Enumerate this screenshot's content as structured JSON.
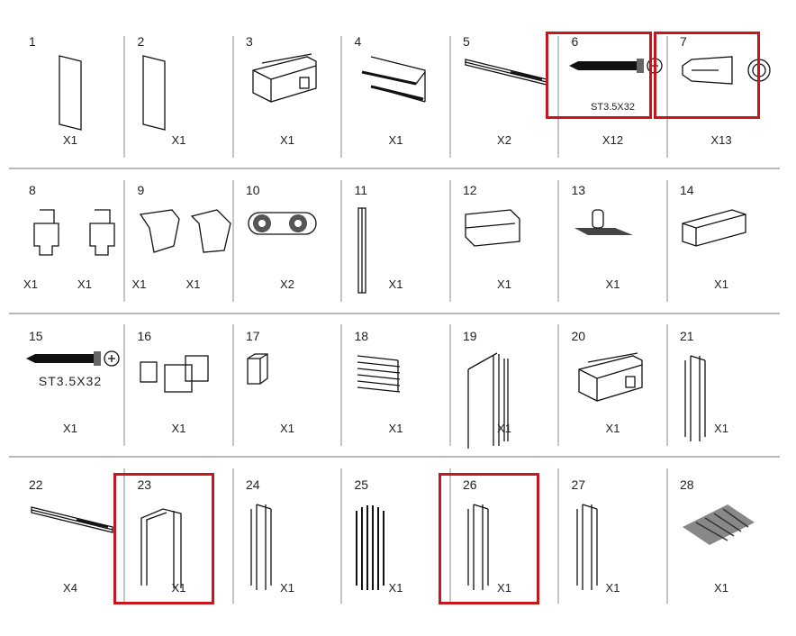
{
  "highlight_color": "#c8161d",
  "parts": [
    {
      "num": "1",
      "qty": [
        "X1"
      ],
      "icon": "panel-icon"
    },
    {
      "num": "2",
      "qty": [
        "X1"
      ],
      "icon": "panel-icon"
    },
    {
      "num": "3",
      "qty": [
        "X1"
      ],
      "icon": "rail-profile-icon"
    },
    {
      "num": "4",
      "qty": [
        "X1"
      ],
      "icon": "channel-profile-icon"
    },
    {
      "num": "5",
      "qty": [
        "X2"
      ],
      "icon": "bar-icon"
    },
    {
      "num": "6",
      "qty": [
        "X12"
      ],
      "spec": "ST3.5X32",
      "icon": "screw-icon",
      "highlighted": true
    },
    {
      "num": "7",
      "qty": [
        "X13"
      ],
      "icon": "wall-plug-icon",
      "highlighted": true
    },
    {
      "num": "8",
      "qty": [
        "X1",
        "X1"
      ],
      "icon": "bracket-pair-icon"
    },
    {
      "num": "9",
      "qty": [
        "X1",
        "X1"
      ],
      "icon": "clip-pair-icon"
    },
    {
      "num": "10",
      "qty": [
        "X2"
      ],
      "icon": "roller-icon"
    },
    {
      "num": "11",
      "qty": [
        "X1"
      ],
      "icon": "vertical-strip-icon"
    },
    {
      "num": "12",
      "qty": [
        "X1"
      ],
      "icon": "short-profile-icon"
    },
    {
      "num": "13",
      "qty": [
        "X1"
      ],
      "icon": "stopper-icon"
    },
    {
      "num": "14",
      "qty": [
        "X1"
      ],
      "icon": "square-tube-icon"
    },
    {
      "num": "15",
      "qty": [
        "X1"
      ],
      "spec": "ST3.5X32",
      "icon": "screw-icon"
    },
    {
      "num": "16",
      "qty": [
        "X1"
      ],
      "icon": "end-caps-icon"
    },
    {
      "num": "17",
      "qty": [
        "X1"
      ],
      "icon": "cube-cap-icon"
    },
    {
      "num": "18",
      "qty": [
        "X1"
      ],
      "icon": "ribbed-strip-icon"
    },
    {
      "num": "19",
      "qty": [
        "X1"
      ],
      "icon": "tall-profile-icon"
    },
    {
      "num": "20",
      "qty": [
        "X1"
      ],
      "icon": "rail-profile-icon"
    },
    {
      "num": "21",
      "qty": [
        "X1"
      ],
      "icon": "tall-channel-icon"
    },
    {
      "num": "22",
      "qty": [
        "X4"
      ],
      "icon": "bar-icon"
    },
    {
      "num": "23",
      "qty": [
        "X1"
      ],
      "icon": "u-profile-icon",
      "highlighted": true
    },
    {
      "num": "24",
      "qty": [
        "X1"
      ],
      "icon": "tall-channel-icon"
    },
    {
      "num": "25",
      "qty": [
        "X1"
      ],
      "icon": "multi-channel-icon"
    },
    {
      "num": "26",
      "qty": [
        "X1"
      ],
      "icon": "tall-channel-icon",
      "highlighted": true
    },
    {
      "num": "27",
      "qty": [
        "X1"
      ],
      "icon": "tall-channel-icon"
    },
    {
      "num": "28",
      "qty": [
        "X1"
      ],
      "icon": "wedge-block-icon"
    }
  ]
}
